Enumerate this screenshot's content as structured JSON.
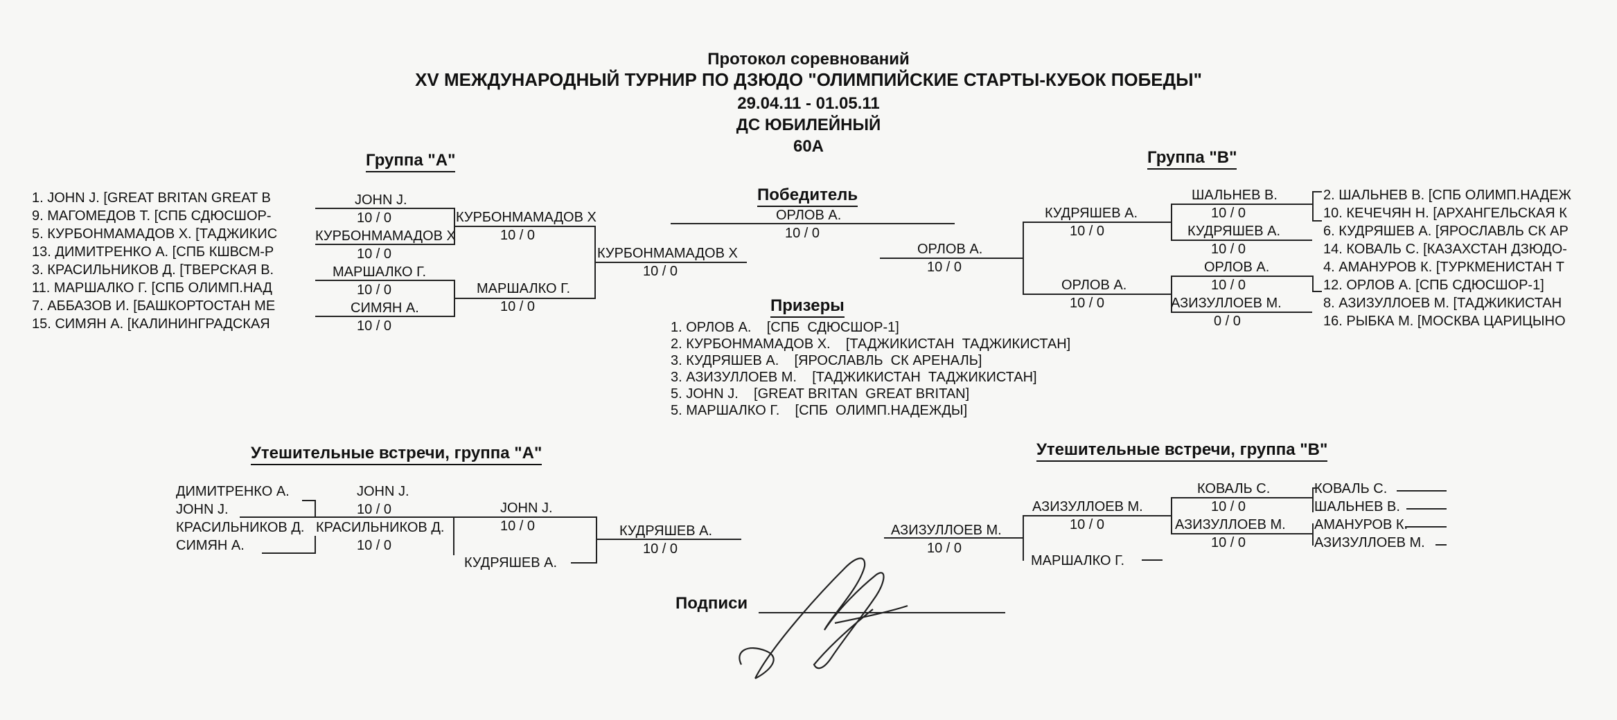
{
  "header": {
    "line1": "Протокол соревнований",
    "line2": "XV МЕЖДУНАРОДНЫЙ ТУРНИР ПО ДЗЮДО \"ОЛИМПИЙСКИЕ СТАРТЫ-КУБОК ПОБЕДЫ\"",
    "line3": "29.04.11 - 01.05.11",
    "line4": "ДС ЮБИЛЕЙНЫЙ",
    "line5": "60А"
  },
  "groupA": {
    "title": "Группа \"A\"",
    "entries": [
      "1. JOHN J. [GREAT BRITAN GREAT B",
      "9. МАГОМЕДОВ Т. [СПБ СДЮСШОР-",
      "5. КУРБОНМАМАДОВ Х. [ТАДЖИКИС",
      "13. ДИМИТРЕНКО А. [СПБ КШВСМ-Р",
      "3. КРАСИЛЬНИКОВ Д. [ТВЕРСКАЯ В.",
      "11. МАРШАЛКО Г. [СПБ ОЛИМП.НАД",
      "7. АББАЗОВ И. [БАШКОРТОСТАН МЕ",
      "15. СИМЯН А. [КАЛИНИНГРАДСКАЯ"
    ],
    "r1": [
      {
        "name": "JOHN J.",
        "score": "10 / 0"
      },
      {
        "name": "КУРБОНМАМАДОВ Х",
        "score": "10 / 0"
      },
      {
        "name": "МАРШАЛКО Г.",
        "score": "10 / 0"
      },
      {
        "name": "СИМЯН А.",
        "score": "10 / 0"
      }
    ],
    "r2": [
      {
        "name": "КУРБОНМАМАДОВ Х",
        "score": "10 / 0"
      },
      {
        "name": "МАРШАЛКО Г.",
        "score": "10 / 0"
      }
    ],
    "final": {
      "name": "КУРБОНМАМАДОВ Х",
      "score": "10 / 0"
    }
  },
  "groupB": {
    "title": "Группа \"B\"",
    "entries": [
      "2. ШАЛЬНЕВ В. [СПБ ОЛИМП.НАДЕЖ",
      "10. КЕЧЕЧЯН Н. [АРХАНГЕЛЬСКАЯ К",
      "6. КУДРЯШЕВ А. [ЯРОСЛАВЛЬ СК АР",
      "14. КОВАЛЬ С. [КАЗАХСТАН ДЗЮДО-",
      "4. АМАНУРОВ К. [ТУРКМЕНИСТАН Т",
      "12. ОРЛОВ А. [СПБ СДЮСШОР-1]",
      "8. АЗИЗУЛЛОЕВ М. [ТАДЖИКИСТАН",
      "16. РЫБКА М. [МОСКВА ЦАРИЦЫНО"
    ],
    "r1": [
      {
        "name": "ШАЛЬНЕВ В.",
        "score": "10 / 0"
      },
      {
        "name": "КУДРЯШЕВ А.",
        "score": "10 / 0"
      },
      {
        "name": "ОРЛОВ А.",
        "score": "10 / 0"
      },
      {
        "name": "АЗИЗУЛЛОЕВ М.",
        "score": "0 / 0"
      }
    ],
    "r2": [
      {
        "name": "КУДРЯШЕВ А.",
        "score": "10 / 0"
      },
      {
        "name": "ОРЛОВ А.",
        "score": "10 / 0"
      }
    ],
    "final": {
      "name": "ОРЛОВ А.",
      "score": "10 / 0"
    }
  },
  "winner": {
    "title": "Победитель",
    "name": "ОРЛОВ А.",
    "score": "10 / 0"
  },
  "medalists": {
    "title": "Призеры",
    "items": [
      "1. ОРЛОВ А.    [СПБ  СДЮСШОР-1]",
      "2. КУРБОНМАМАДОВ Х.    [ТАДЖИКИСТАН  ТАДЖИКИСТАН]",
      "3. КУДРЯШЕВ А.    [ЯРОСЛАВЛЬ  СК АРЕНАЛЬ]",
      "3. АЗИЗУЛЛОЕВ М.    [ТАДЖИКИСТАН  ТАДЖИКИСТАН]",
      "5. JOHN J.    [GREAT BRITAN  GREAT BRITAN]",
      "5. МАРШАЛКО Г.    [СПБ  ОЛИМП.НАДЕЖДЫ]"
    ]
  },
  "consA": {
    "title": "Утешительные встречи, группа \"A\"",
    "names": [
      "ДИМИТРЕНКО А.",
      "JOHN J.",
      "КРАСИЛЬНИКОВ Д.",
      "СИМЯН А."
    ],
    "r1": [
      {
        "name": "JOHN J.",
        "score": "10 / 0"
      },
      {
        "name": "КРАСИЛЬНИКОВ Д.",
        "score": "10 / 0"
      }
    ],
    "r2": {
      "name": "JOHN J.",
      "score": "10 / 0"
    },
    "bye": "КУДРЯШЕВ А.",
    "final": {
      "name": "КУДРЯШЕВ А.",
      "score": "10 / 0"
    }
  },
  "consB": {
    "title": "Утешительные встречи, группа \"B\"",
    "names": [
      "КОВАЛЬ С.",
      "ШАЛЬНЕВ В.",
      "АМАНУРОВ К.",
      "АЗИЗУЛЛОЕВ М."
    ],
    "r1": [
      {
        "name": "КОВАЛЬ С.",
        "score": "10 / 0"
      },
      {
        "name": "АЗИЗУЛЛОЕВ М.",
        "score": "10 / 0"
      }
    ],
    "r2": {
      "name": "АЗИЗУЛЛОЕВ М.",
      "score": "10 / 0"
    },
    "bye": "МАРШАЛКО Г.",
    "final": {
      "name": "АЗИЗУЛЛОЕВ М.",
      "score": "10 / 0"
    }
  },
  "signature": {
    "label": "Подписи"
  }
}
